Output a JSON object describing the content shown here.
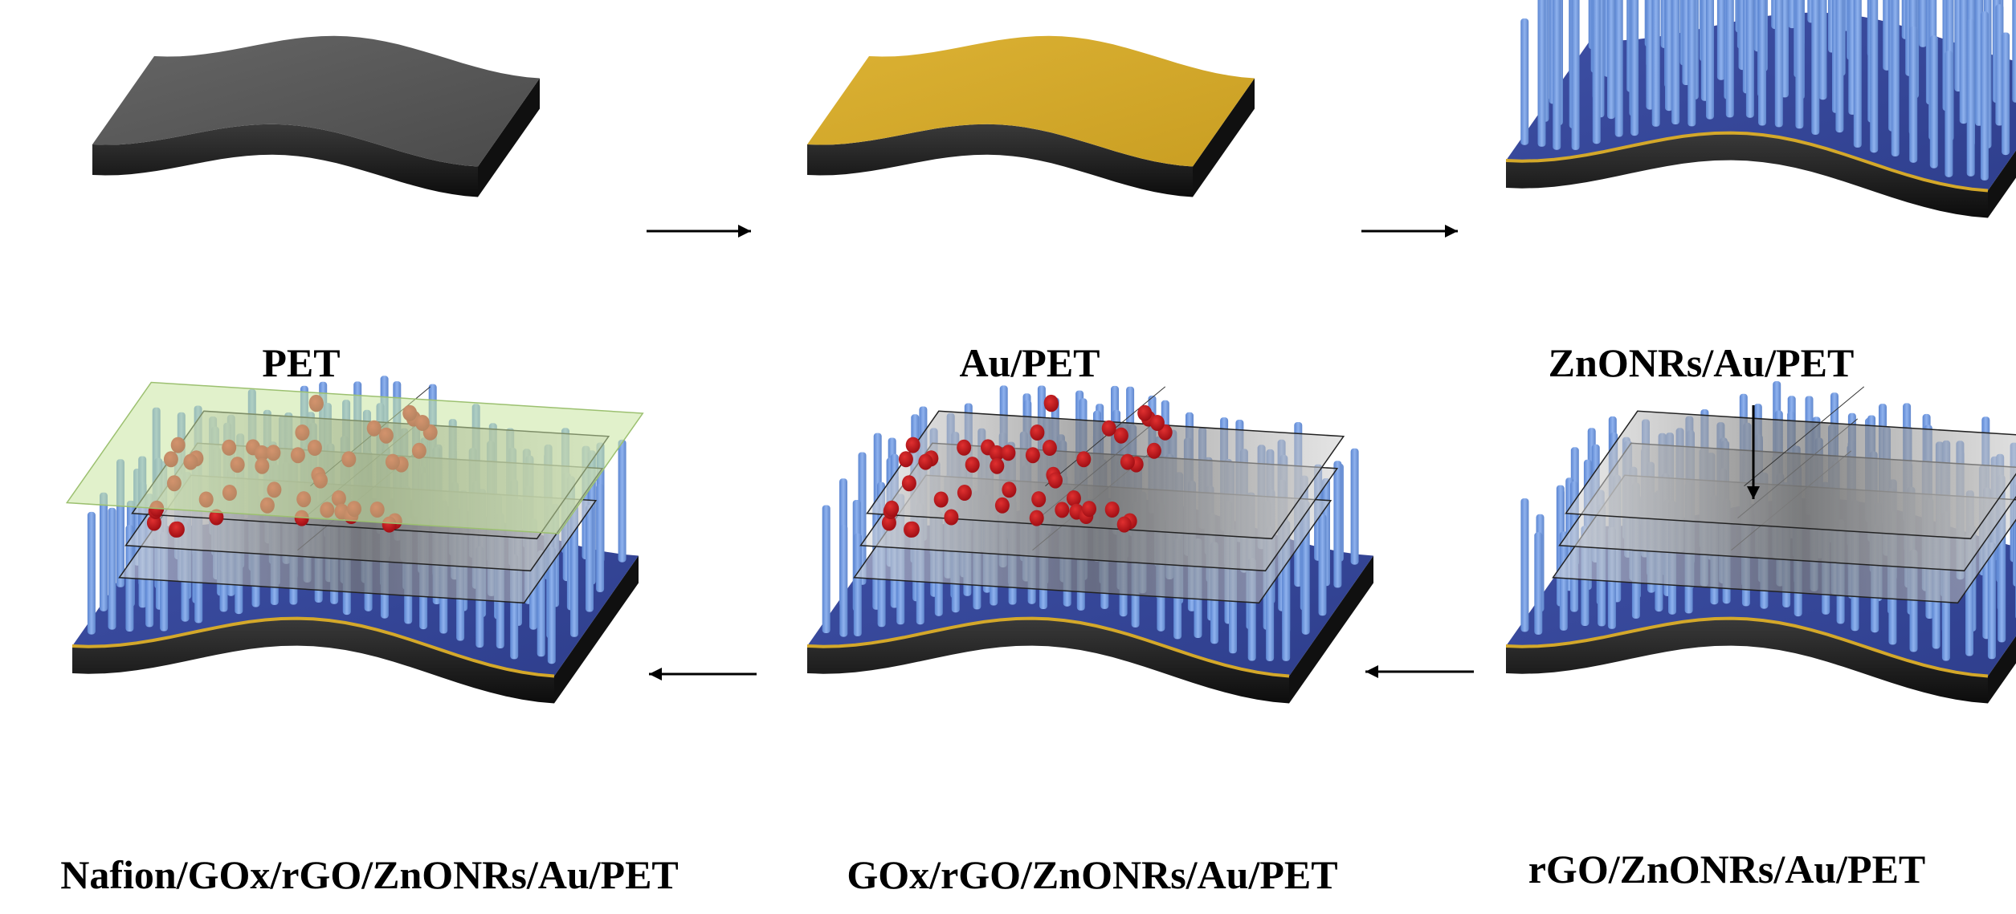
{
  "stages": [
    {
      "id": "s1",
      "label": "PET",
      "layers": [
        "substrate"
      ]
    },
    {
      "id": "s2",
      "label": "Au/PET",
      "layers": [
        "substrate",
        "gold"
      ]
    },
    {
      "id": "s3",
      "label": "ZnONRs/Au/PET",
      "layers": [
        "substrate",
        "gold",
        "nanorods"
      ]
    },
    {
      "id": "s4",
      "label": "rGO/ZnONRs/Au/PET",
      "layers": [
        "substrate",
        "gold",
        "nanorods",
        "rgo-sheets"
      ]
    },
    {
      "id": "s5",
      "label": "GOx/rGO/ZnONRs/Au/PET",
      "layers": [
        "substrate",
        "gold",
        "nanorods",
        "rgo-sheets",
        "gox-enzyme"
      ]
    },
    {
      "id": "s6",
      "label": "Nafion/GOx/rGO/ZnONRs/Au/PET",
      "layers": [
        "substrate",
        "gold",
        "nanorods",
        "rgo-sheets",
        "gox-enzyme",
        "nafion-film"
      ]
    }
  ],
  "arrows": [
    {
      "from": "s1",
      "to": "s2",
      "direction": "right"
    },
    {
      "from": "s2",
      "to": "s3",
      "direction": "right"
    },
    {
      "from": "s3",
      "to": "s4",
      "direction": "down"
    },
    {
      "from": "s4",
      "to": "s5",
      "direction": "left"
    },
    {
      "from": "s5",
      "to": "s6",
      "direction": "left"
    }
  ],
  "colors": {
    "substrate_top": "#5a5a5a",
    "substrate_side": "#1c1c1c",
    "gold": "#d4a82a",
    "blue_base": "#3a4a9c",
    "nanorod": "#6f97dc",
    "rgo": "#8a8a8a",
    "gox": "#c0141c",
    "nafion": "#c8e6a0"
  }
}
